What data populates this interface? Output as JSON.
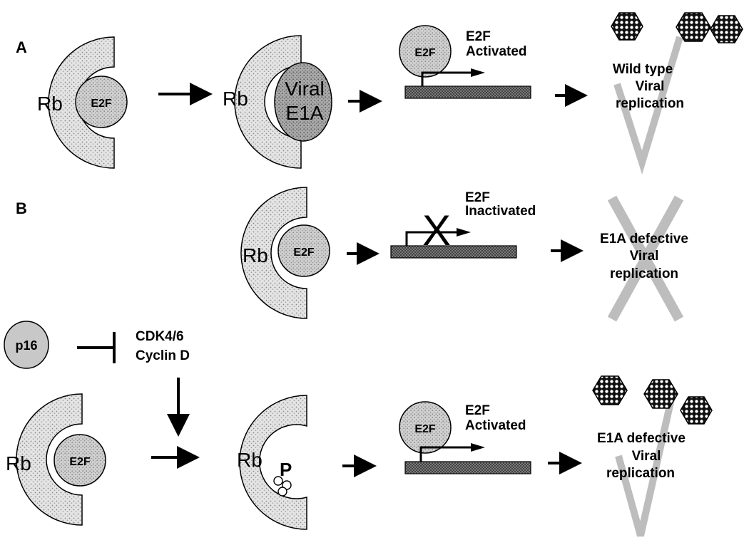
{
  "panels": {
    "a": {
      "label": "A",
      "rb_1": "Rb",
      "e2f_1": "E2F",
      "rb_2": "Rb",
      "viral_line1": "Viral",
      "viral_line2": "E1A",
      "e2f_3": "E2F",
      "status_line1": "E2F",
      "status_line2": "Activated",
      "outcome_line1": "Wild type",
      "outcome_line2": "Viral",
      "outcome_line3": "replication"
    },
    "b": {
      "label": "B",
      "rb_1": "Rb",
      "e2f_1": "E2F",
      "status_line1": "E2F",
      "status_line2": "Inactivated",
      "outcome_line1": "E1A defective",
      "outcome_line2": "Viral",
      "outcome_line3": "replication",
      "p16": "p16",
      "cdk_line1": "CDK4/6",
      "cdk_line2": "Cyclin D",
      "rb_2": "Rb",
      "e2f_2": "E2F",
      "rb_3": "Rb",
      "phospho": "P",
      "e2f_3": "E2F",
      "status2_line1": "E2F",
      "status2_line2": "Activated",
      "outcome2_line1": "E1A defective",
      "outcome2_line2": "Viral",
      "outcome2_line3": "replication"
    }
  },
  "colors": {
    "rb_fill": "#dcdcdc",
    "e2f_fill": "#cfcfcf",
    "viral_fill": "#a8a8a8",
    "p16_fill": "#c8c8c8",
    "dna_fill": "#7a7a7a",
    "check_gray": "#bdbdbd",
    "line": "#000000"
  }
}
